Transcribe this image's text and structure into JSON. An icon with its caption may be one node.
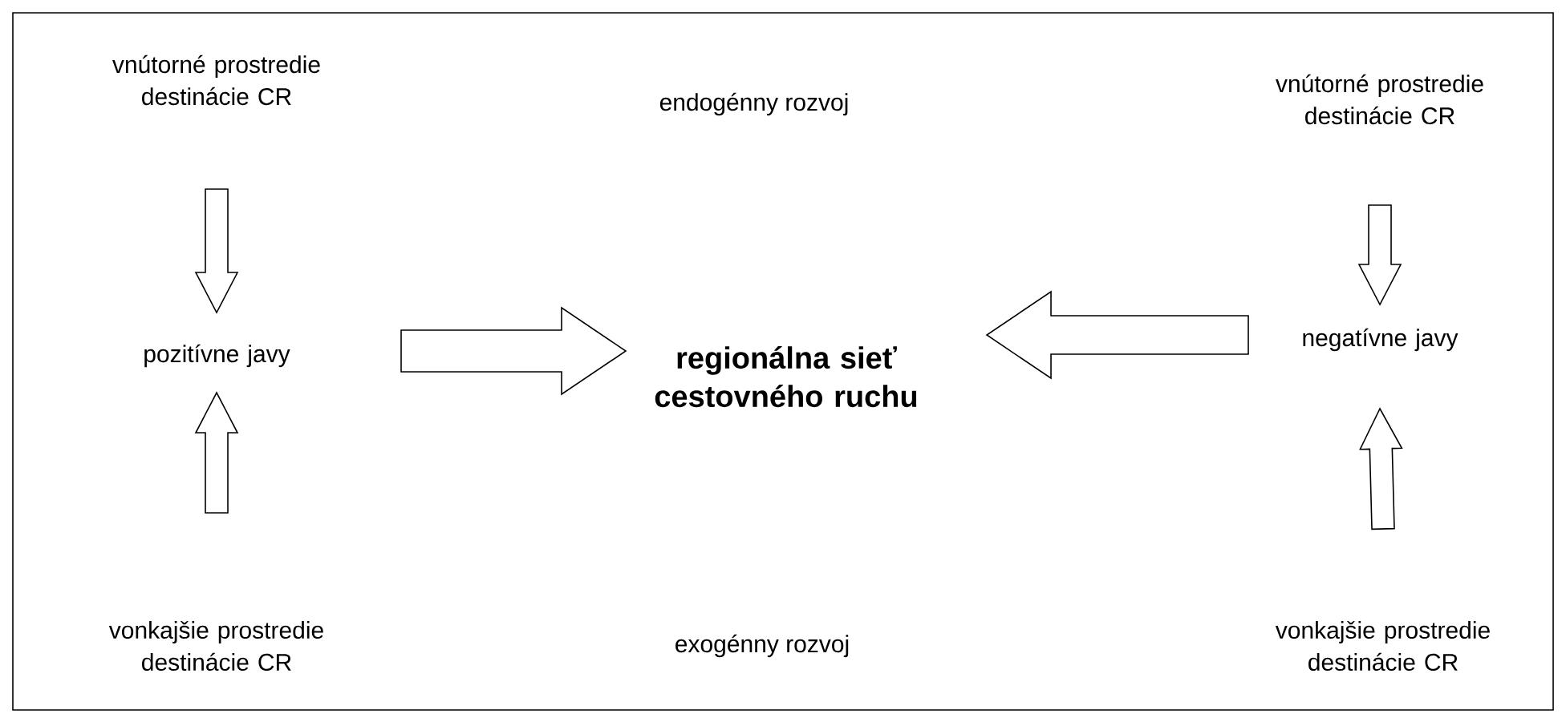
{
  "diagram": {
    "nodes": [
      {
        "text": [
          "vnútorné prostredie destinácie CR"
        ]
      },
      {
        "text": [
          "pozitívne javy"
        ]
      },
      {
        "text": [
          "vonkajšie prostredie destinácie CR"
        ]
      },
      {
        "text": [
          "regionálna sieť cestovného ruchu"
        ]
      },
      {
        "text": [
          "vnútorné prostredie destinácie CR"
        ]
      },
      {
        "text": [
          "negatívne javy"
        ]
      },
      {
        "text": [
          "vonkajšie prostredie destinácie CR"
        ]
      }
    ],
    "edges": [
      {
        "from": 0,
        "to": 1,
        "arrow": "to"
      },
      {
        "from": 2,
        "to": 1,
        "arrow": "to"
      },
      {
        "from": 1,
        "to": 3,
        "arrow": "to"
      },
      {
        "from": 5,
        "to": 3,
        "arrow": "to"
      },
      {
        "from": 4,
        "to": 5,
        "arrow": "to"
      },
      {
        "from": 6,
        "to": 5,
        "arrow": "to"
      }
    ],
    "labels": [
      "endogénny rozvoj",
      "exogénny rozvoj"
    ]
  }
}
